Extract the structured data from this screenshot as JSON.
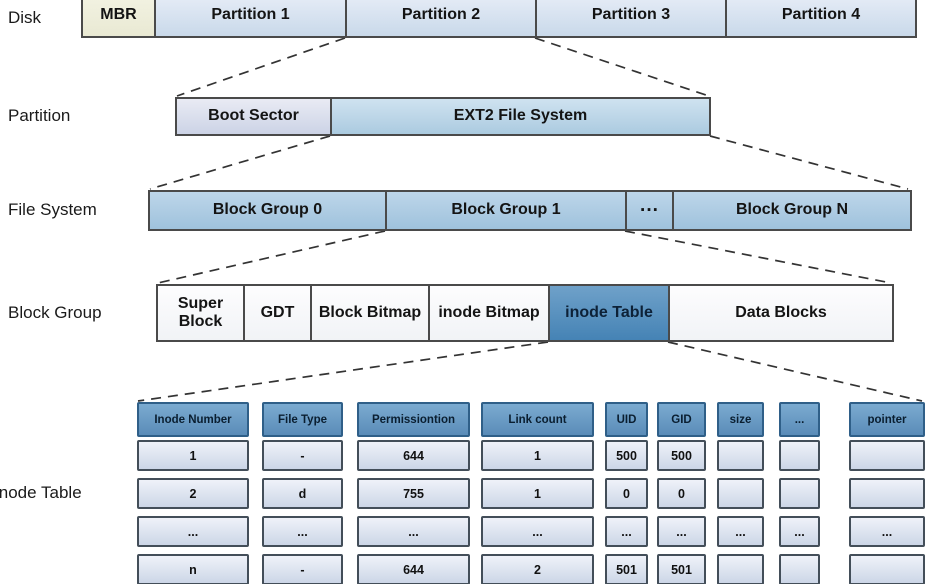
{
  "rows": {
    "disk": {
      "label": "Disk",
      "boxes": [
        {
          "label": "MBR"
        },
        {
          "label": "Partition 1"
        },
        {
          "label": "Partition 2"
        },
        {
          "label": "Partition 3"
        },
        {
          "label": "Partition 4"
        }
      ]
    },
    "partition": {
      "label": "Partition",
      "boxes": [
        {
          "label": "Boot Sector"
        },
        {
          "label": "EXT2 File System"
        }
      ]
    },
    "filesystem": {
      "label": "File System",
      "boxes": [
        {
          "label": "Block Group 0"
        },
        {
          "label": "Block Group 1"
        },
        {
          "label": "···"
        },
        {
          "label": "Block Group N"
        }
      ]
    },
    "blockgroup": {
      "label": "Block Group",
      "boxes": [
        {
          "label": "Super Block"
        },
        {
          "label": "GDT"
        },
        {
          "label": "Block Bitmap"
        },
        {
          "label": "inode Bitmap"
        },
        {
          "label": "inode Table"
        },
        {
          "label": "Data Blocks"
        }
      ]
    }
  },
  "inode_table": {
    "label": "inode Table",
    "headers": [
      "Inode Number",
      "File Type",
      "Permissiontion",
      "Link count",
      "UID",
      "GID",
      "size",
      "...",
      "pointer"
    ],
    "rows": [
      [
        "1",
        "-",
        "644",
        "1",
        "500",
        "500",
        "",
        "",
        ""
      ],
      [
        "2",
        "d",
        "755",
        "1",
        "0",
        "0",
        "",
        "",
        ""
      ],
      [
        "...",
        "...",
        "...",
        "...",
        "...",
        "...",
        "...",
        "...",
        "..."
      ],
      [
        "n",
        "-",
        "644",
        "2",
        "501",
        "501",
        "",
        "",
        ""
      ]
    ]
  },
  "colors": {
    "mbr_cream": "#eeeedd",
    "partition_blue": "#d3dfee",
    "ext2_blue": "#b9d4e8",
    "blockgroup_blue": "#aecbe2",
    "inode_table_blue": "#5590bf",
    "table_header_blue": "#6a9cc4",
    "table_cell_blue": "#dde4f0",
    "line_dark": "#333333"
  }
}
